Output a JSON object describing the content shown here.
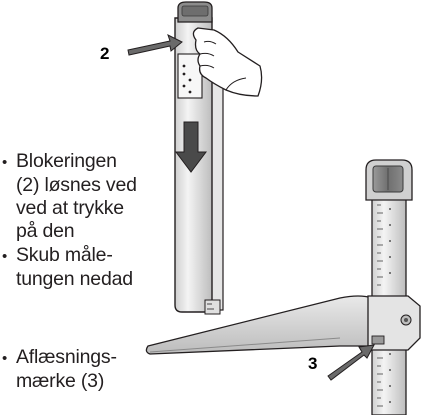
{
  "instructions": [
    {
      "lines": [
        "Blokeringen",
        "(2) løsnes ved",
        "ved at trykke",
        "på den"
      ]
    },
    {
      "lines": [
        "Skub måle-",
        "tungen nedad"
      ]
    },
    {
      "lines": [
        "Aflæsnings-",
        "mærke (3)"
      ]
    }
  ],
  "callouts": {
    "lock": "2",
    "read_mark": "3"
  },
  "bullet_glyph": "•",
  "colors": {
    "outline": "#231f20",
    "panel_light": "#f2f2f2",
    "panel_mid": "#d9d9d9",
    "panel_dark": "#8a8a8a",
    "arrow_fill": "#5a5a5a"
  }
}
